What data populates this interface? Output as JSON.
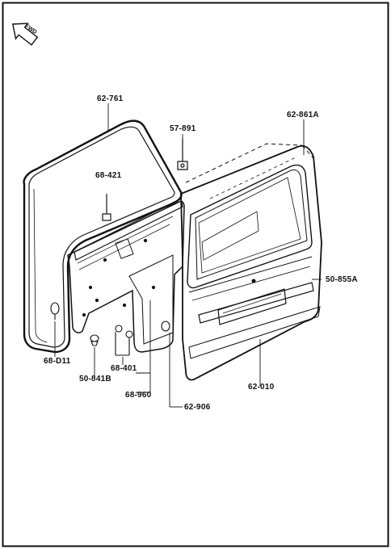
{
  "direction_badge": {
    "text": "FWD",
    "icon": "forward-arrow-icon"
  },
  "part_labels": {
    "glass_weatherstrip": "62-761",
    "trim_clip_top": "68-421",
    "stay_bolt": "57-891",
    "glass_molding": "62-861A",
    "garnish_strip": "50-855A",
    "liftgate_panel": "62-010",
    "clip_left": "68-D11",
    "bumper_clip": "50-841B",
    "trim_fastener": "68-401",
    "trim_panel": "68-960",
    "stopper": "62-906"
  },
  "colors": {
    "line": "#111111",
    "background": "#ffffff"
  }
}
